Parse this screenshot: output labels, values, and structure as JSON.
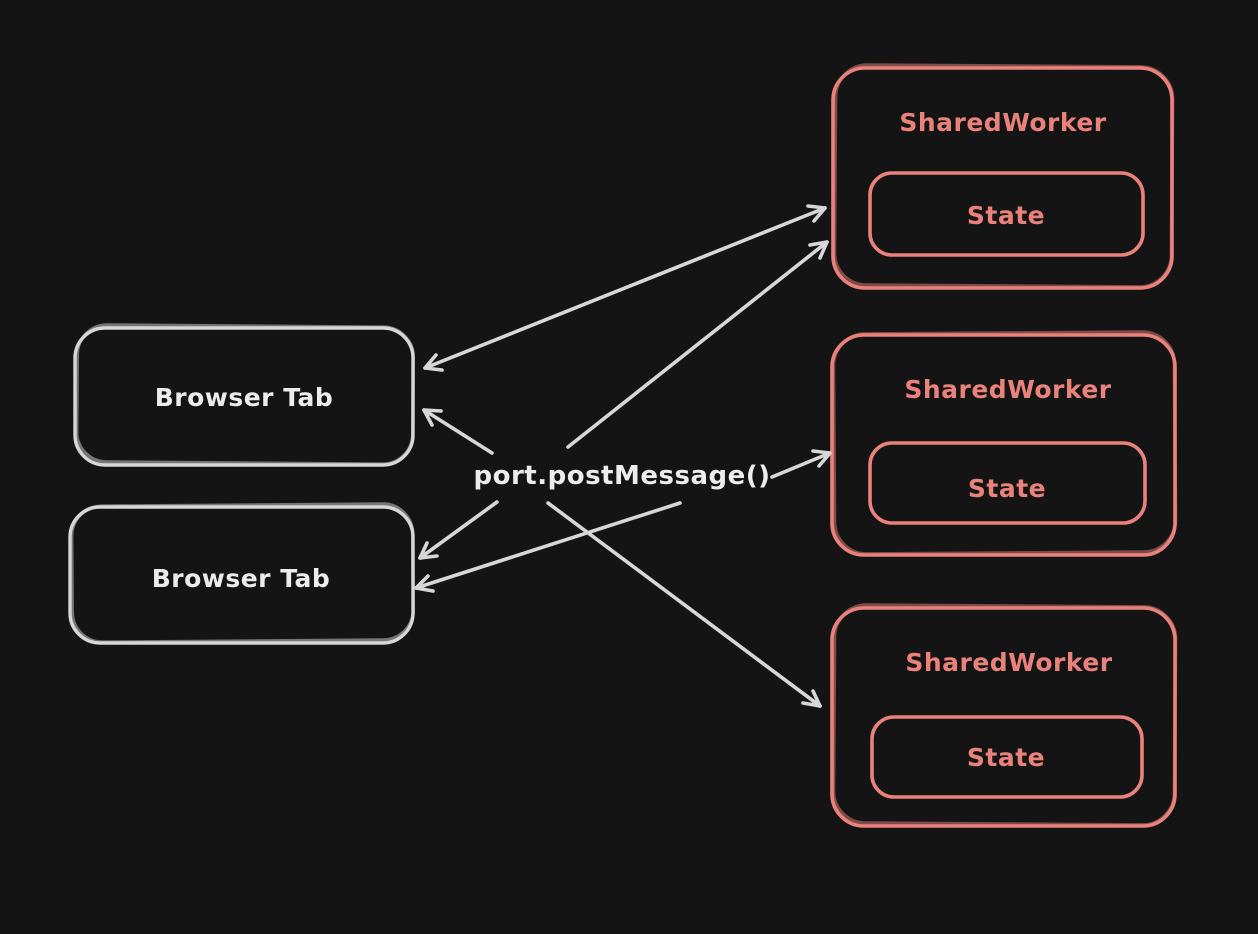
{
  "diagram": {
    "colors": {
      "background_color": "#141414",
      "stroke_light": "#d7d7d7",
      "stroke_accent": "#ea827c",
      "text_light": "#ececec"
    },
    "center_label": "port.postMessage()",
    "browser_tabs": [
      {
        "label": "Browser Tab"
      },
      {
        "label": "Browser Tab"
      }
    ],
    "workers": [
      {
        "label": "SharedWorker",
        "state_label": "State"
      },
      {
        "label": "SharedWorker",
        "state_label": "State"
      },
      {
        "label": "SharedWorker",
        "state_label": "State"
      }
    ],
    "edges": [
      {
        "from": "browser-tab-1",
        "to": "sharedworker-1",
        "arrowheads": "both"
      },
      {
        "from": "port.postMessage()",
        "to": "sharedworker-1",
        "arrowheads": "end"
      },
      {
        "from": "port.postMessage()",
        "to": "sharedworker-2",
        "arrowheads": "end"
      },
      {
        "from": "port.postMessage()",
        "to": "sharedworker-3",
        "arrowheads": "end"
      },
      {
        "from": "port.postMessage()",
        "to": "browser-tab-1",
        "arrowheads": "end"
      },
      {
        "from": "port.postMessage()",
        "to": "browser-tab-2",
        "arrowheads": "end"
      },
      {
        "from": "port.postMessage()",
        "to": "browser-tab-2",
        "arrowheads": "end"
      }
    ]
  }
}
